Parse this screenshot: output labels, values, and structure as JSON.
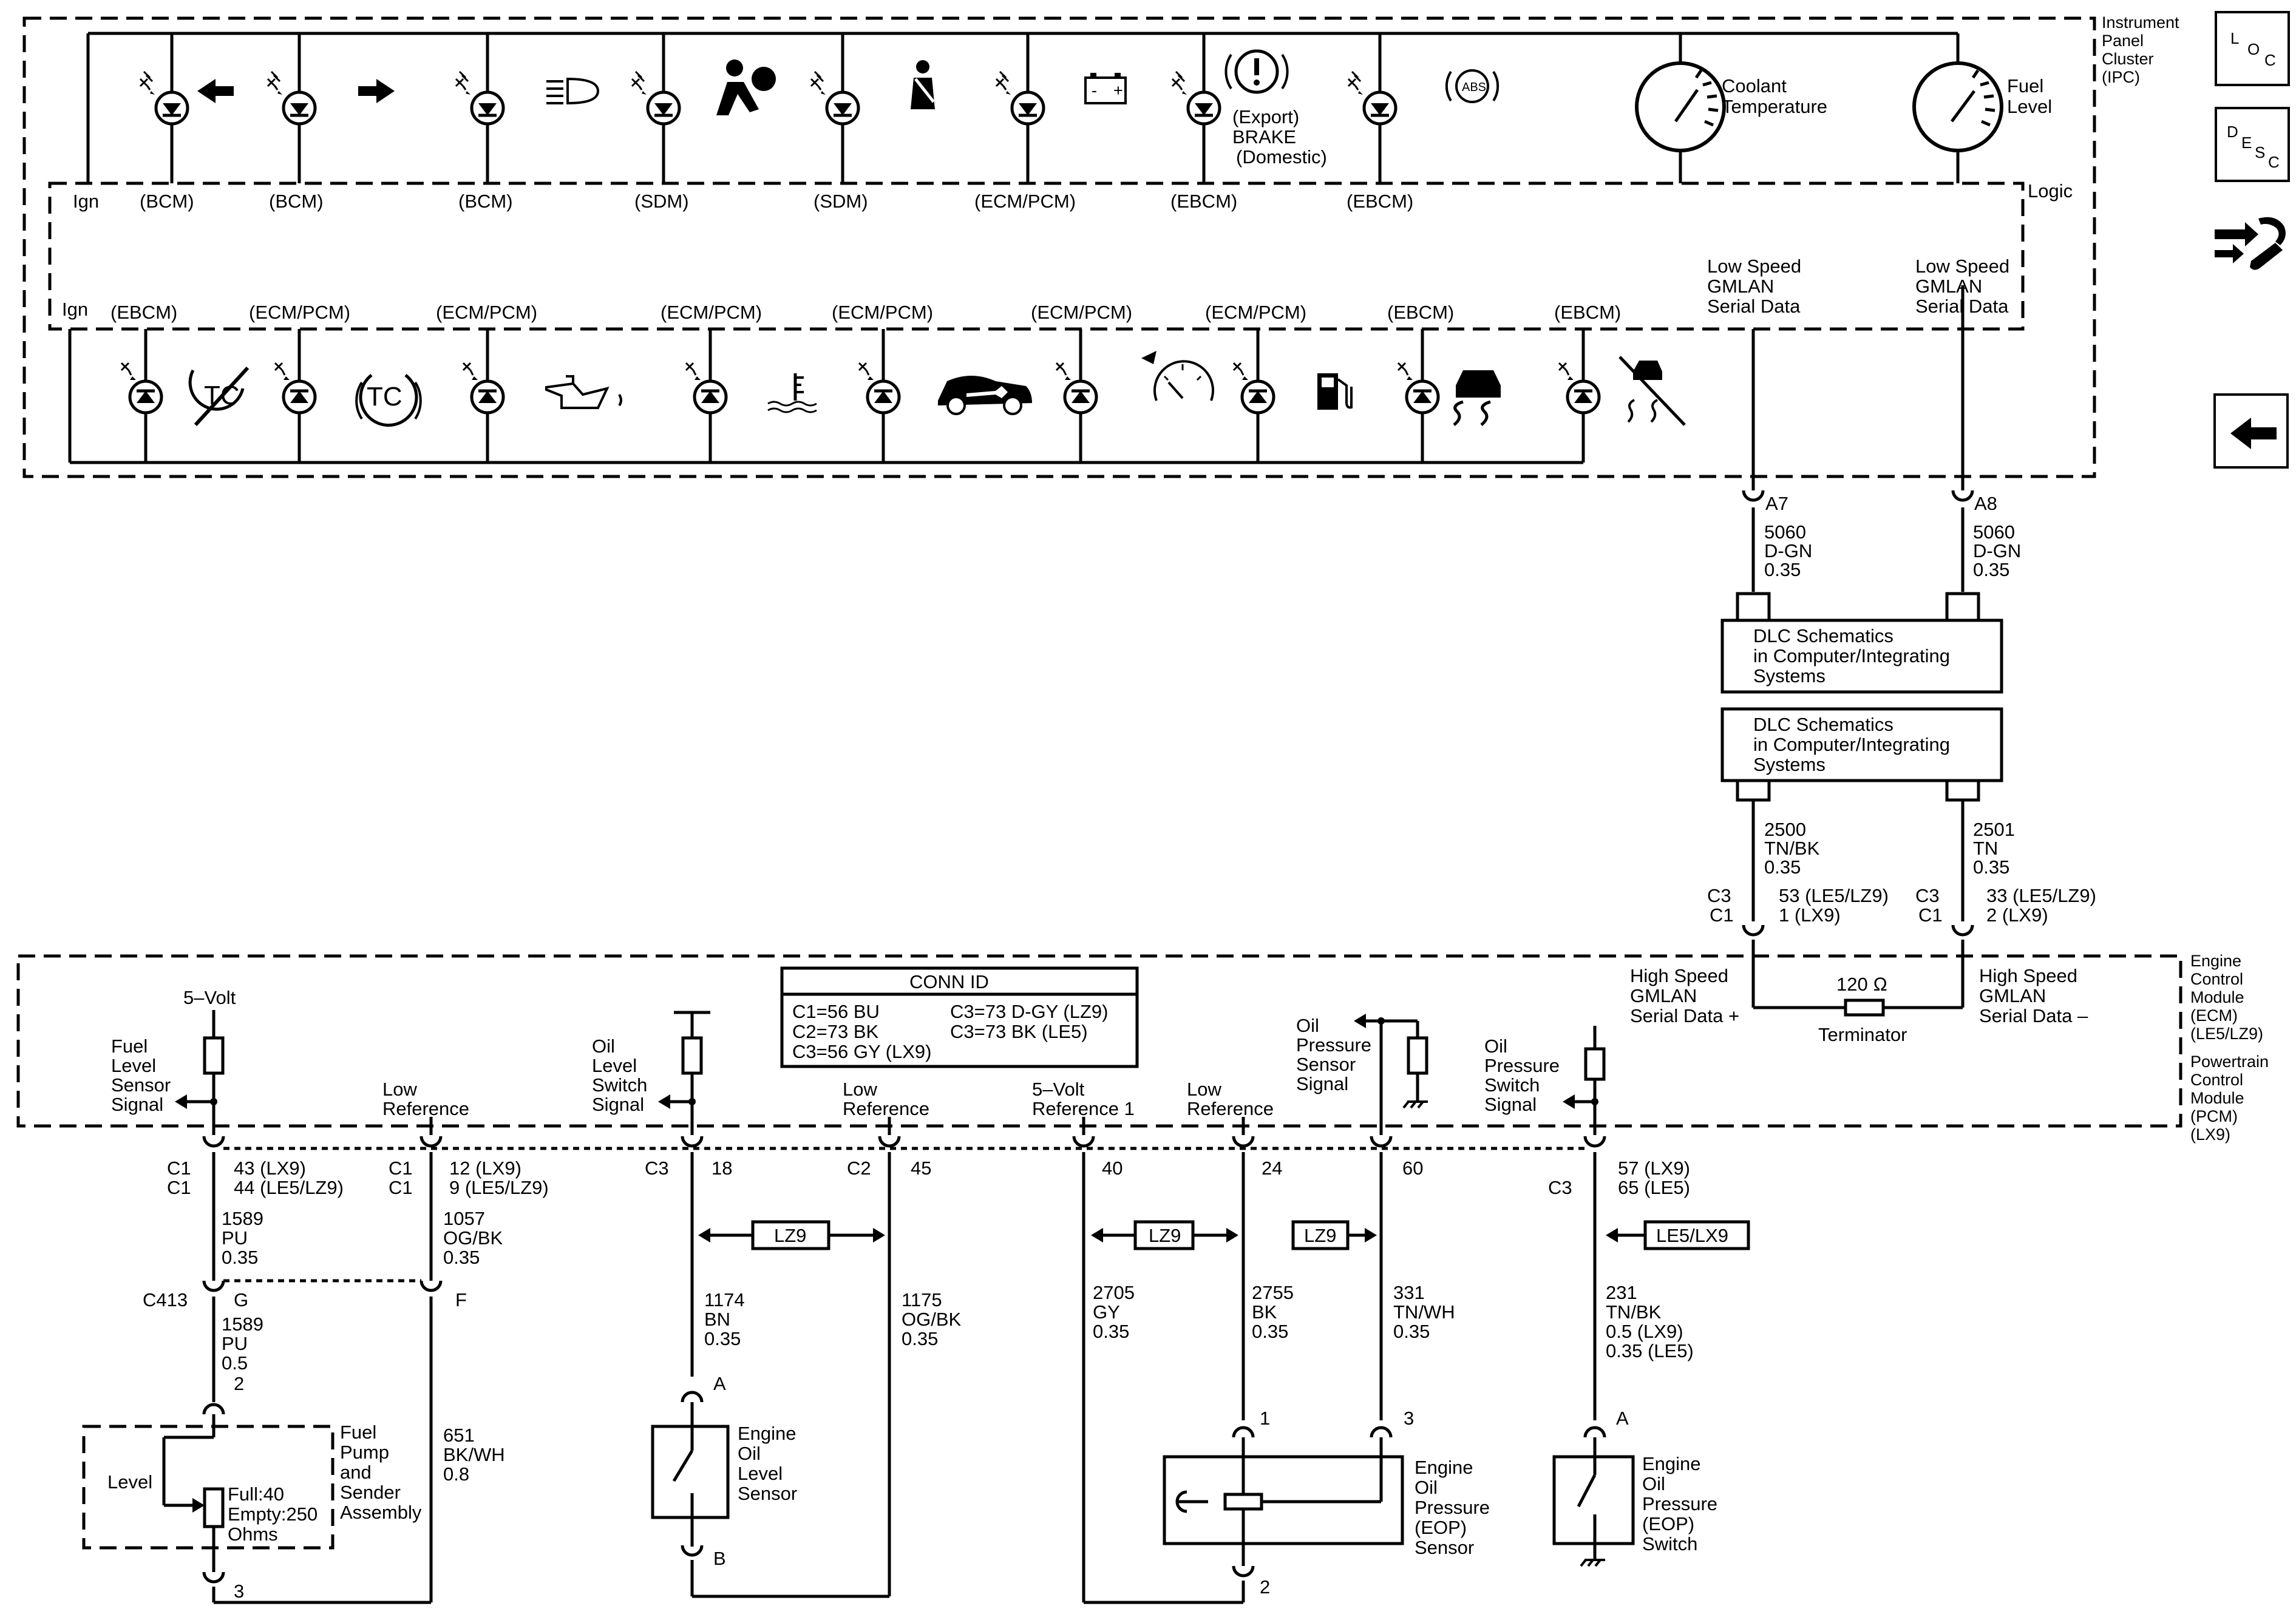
{
  "modules": {
    "ipc": {
      "name": "Instrument Panel Cluster (IPC)",
      "lines": [
        "Instrument",
        "Panel",
        "Cluster",
        "(IPC)"
      ],
      "logic_label": "Logic"
    },
    "ecm": {
      "lines": [
        "Engine",
        "Control",
        "Module",
        "(ECM)",
        "(LE5/LZ9)"
      ]
    },
    "pcm": {
      "lines": [
        "Powertrain",
        "Control",
        "Module",
        "(PCM)",
        "(LX9)"
      ]
    }
  },
  "ipc_top": {
    "ign": "Ign",
    "sources": [
      "(BCM)",
      "(BCM)",
      "(BCM)",
      "(SDM)",
      "(SDM)",
      "(ECM/PCM)",
      "(EBCM)",
      "(EBCM)"
    ],
    "indicators": [
      "turn-left",
      "turn-right",
      "headlamp",
      "airbag",
      "seatbelt",
      "battery",
      "brake",
      "abs"
    ],
    "brake_text": [
      "(Export)",
      "BRAKE",
      "(Domestic)"
    ],
    "abs_text": "ABS",
    "gauges": [
      {
        "name": "coolant-gauge",
        "lines": [
          "Coolant",
          "Temperature"
        ]
      },
      {
        "name": "fuel-gauge",
        "lines": [
          "Fuel",
          "Level"
        ]
      }
    ]
  },
  "ipc_bottom": {
    "ign": "Ign",
    "sources": [
      "(EBCM)",
      "(ECM/PCM)",
      "(ECM/PCM)",
      "(ECM/PCM)",
      "(ECM/PCM)",
      "(ECM/PCM)",
      "(ECM/PCM)",
      "(EBCM)",
      "(EBCM)"
    ],
    "indicators": [
      "traction-off",
      "traction-control",
      "oil-pressure",
      "coolant-temp",
      "service-vehicle",
      "reduced-power",
      "low-fuel",
      "stabilitrak",
      "stabilitrak-off"
    ],
    "tc_text": "TC"
  },
  "gmlan_low": [
    {
      "label": [
        "Low Speed",
        "GMLAN",
        "Serial Data"
      ],
      "pin": "A7",
      "circuit": [
        "5060",
        "D-GN",
        "0.35"
      ]
    },
    {
      "label": [
        "Low Speed",
        "GMLAN",
        "Serial Data"
      ],
      "pin": "A8",
      "circuit": [
        "5060",
        "D-GN",
        "0.35"
      ]
    }
  ],
  "dlc": [
    {
      "lines": [
        "DLC Schematics",
        "in Computer/Integrating",
        "Systems"
      ]
    },
    {
      "lines": [
        "DLC Schematics",
        "in Computer/Integrating",
        "Systems"
      ]
    }
  ],
  "gmlan_high": [
    {
      "circuit": [
        "2500",
        "TN/BK",
        "0.35"
      ],
      "conn": [
        "C3",
        "C1"
      ],
      "pins": [
        "53 (LE5/LZ9)",
        "1 (LX9)"
      ],
      "label": [
        "High Speed",
        "GMLAN",
        "Serial Data +"
      ]
    },
    {
      "circuit": [
        "2501",
        "TN",
        "0.35"
      ],
      "conn": [
        "C3",
        "C1"
      ],
      "pins": [
        "33 (LE5/LZ9)",
        "2 (LX9)"
      ],
      "label": [
        "High Speed",
        "GMLAN",
        "Serial Data –"
      ]
    }
  ],
  "terminator": {
    "value": "120 Ω",
    "label": "Terminator"
  },
  "conn_id": {
    "title": "CONN ID",
    "rows": [
      [
        "C1=56 BU",
        "C3=73 D-GY (LZ9)"
      ],
      [
        "C2=73 BK",
        "C3=73 BK (LE5)"
      ],
      [
        "C3=56 GY (LX9)",
        ""
      ]
    ]
  },
  "ecm_signals": [
    {
      "label": [
        "5–Volt"
      ]
    },
    {
      "label": [
        "Fuel",
        "Level",
        "Sensor",
        "Signal"
      ]
    },
    {
      "label": [
        "Low",
        "Reference"
      ]
    },
    {
      "label": [
        "Oil",
        "Level",
        "Switch",
        "Signal"
      ]
    },
    {
      "label": [
        "Low",
        "Reference"
      ]
    },
    {
      "label": [
        "5–Volt",
        "Reference 1"
      ]
    },
    {
      "label": [
        "Low",
        "Reference"
      ]
    },
    {
      "label": [
        "Oil",
        "Pressure",
        "Sensor",
        "Signal"
      ]
    },
    {
      "label": [
        "Oil",
        "Pressure",
        "Switch",
        "Signal"
      ]
    }
  ],
  "ecm_pins": {
    "fuel_conn": [
      "C1",
      "C1"
    ],
    "fuel_pins": [
      "43 (LX9)",
      "44 (LE5/LZ9)"
    ],
    "lowref1_conn": [
      "C1",
      "C1"
    ],
    "lowref1_pins": [
      "12 (LX9)",
      "9 (LE5/LZ9)"
    ],
    "oilsw": [
      "C3",
      "18"
    ],
    "lowref2": [
      "C2",
      "45"
    ],
    "p40": "40",
    "p24": "24",
    "p60": "60",
    "opsw_conn": "C3",
    "opsw_pins": [
      "57 (LX9)",
      "65 (LE5)"
    ]
  },
  "wires": {
    "w1589a": [
      "1589",
      "PU",
      "0.35"
    ],
    "w1057": [
      "1057",
      "OG/BK",
      "0.35"
    ],
    "c413": "C413",
    "c413_g": "G",
    "c413_f": "F",
    "w1589b": [
      "1589",
      "PU",
      "0.5"
    ],
    "pin2": "2",
    "w651": [
      "651",
      "BK/WH",
      "0.8"
    ],
    "w1174": [
      "1174",
      "BN",
      "0.35"
    ],
    "w1175": [
      "1175",
      "OG/BK",
      "0.35"
    ],
    "w2705": [
      "2705",
      "GY",
      "0.35"
    ],
    "w2755": [
      "2755",
      "BK",
      "0.35"
    ],
    "w331": [
      "331",
      "TN/WH",
      "0.35"
    ],
    "w231": [
      "231",
      "TN/BK",
      "0.5 (LX9)",
      "0.35 (LE5)"
    ]
  },
  "option_tags": [
    "LZ9",
    "LZ9",
    "LZ9",
    "LE5/LX9"
  ],
  "components": {
    "fuel_pump": {
      "lines": [
        "Fuel",
        "Pump",
        "and",
        "Sender",
        "Assembly"
      ],
      "level": "Level",
      "sender": [
        "Full:40",
        "Empty:250",
        "Ohms"
      ],
      "pin": "3"
    },
    "oil_level": {
      "lines": [
        "Engine",
        "Oil",
        "Level",
        "Sensor"
      ],
      "pins": [
        "A",
        "B"
      ]
    },
    "eop_sensor": {
      "lines": [
        "Engine",
        "Oil",
        "Pressure",
        "(EOP)",
        "Sensor"
      ],
      "pins": [
        "1",
        "3",
        "2"
      ]
    },
    "eop_switch": {
      "lines": [
        "Engine",
        "Oil",
        "Pressure",
        "(EOP)",
        "Switch"
      ],
      "pin": "A"
    }
  },
  "nav": {
    "loc": [
      "L",
      "O",
      "C"
    ],
    "desc": [
      "D",
      "E",
      "S",
      "C"
    ],
    "tool": "navigate-tool-icon",
    "back": "back-arrow-icon"
  }
}
